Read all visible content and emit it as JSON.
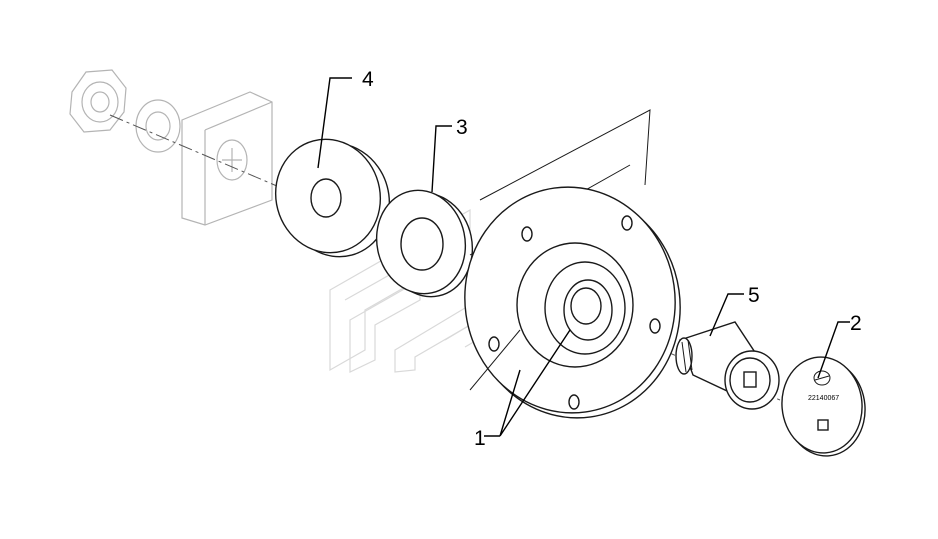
{
  "callouts": [
    {
      "id": "1",
      "label": "1"
    },
    {
      "id": "2",
      "label": "2"
    },
    {
      "id": "3",
      "label": "3"
    },
    {
      "id": "4",
      "label": "4"
    },
    {
      "id": "5",
      "label": "5"
    }
  ],
  "cap_stamp": "22140067"
}
